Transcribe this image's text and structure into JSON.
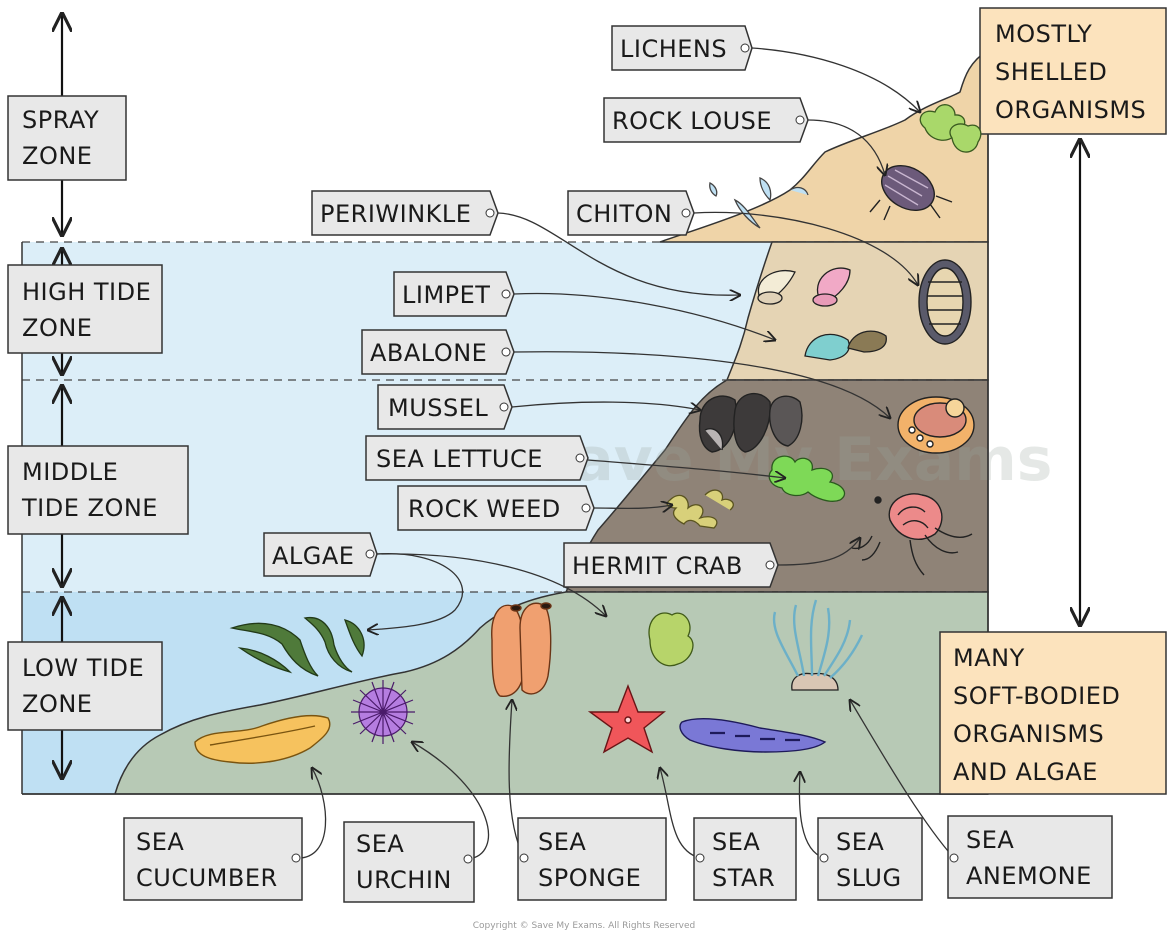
{
  "zones": [
    {
      "lines": [
        "SPRAY",
        "ZONE"
      ]
    },
    {
      "lines": [
        "HIGH TIDE",
        "ZONE"
      ]
    },
    {
      "lines": [
        "MIDDLE",
        "TIDE ZONE"
      ]
    },
    {
      "lines": [
        "LOW TIDE",
        "ZONE"
      ]
    }
  ],
  "side_notes": {
    "top": [
      "MOSTLY",
      "SHELLED",
      "ORGANISMS"
    ],
    "bottom": [
      "MANY",
      "SOFT-BODIED",
      "ORGANISMS",
      "AND ALGAE"
    ]
  },
  "organisms": {
    "lichens": "LICHENS",
    "rock_louse": "ROCK LOUSE",
    "periwinkle": "PERIWINKLE",
    "chiton": "CHITON",
    "limpet": "LIMPET",
    "abalone": "ABALONE",
    "mussel": "MUSSEL",
    "sea_lettuce": "SEA LETTUCE",
    "rock_weed": "ROCK WEED",
    "algae": "ALGAE",
    "hermit_crab": "HERMIT CRAB"
  },
  "bottom_tags": [
    {
      "lines": [
        "SEA",
        "CUCUMBER"
      ]
    },
    {
      "lines": [
        "SEA",
        "URCHIN"
      ]
    },
    {
      "lines": [
        "SEA",
        "SPONGE"
      ]
    },
    {
      "lines": [
        "SEA",
        "STAR"
      ]
    },
    {
      "lines": [
        "SEA",
        "SLUG"
      ]
    },
    {
      "lines": [
        "SEA",
        "ANEMONE"
      ]
    }
  ],
  "watermark": "Save My Exams",
  "copyright": "Copyright © Save My Exams. All Rights Reserved",
  "colors": {
    "sky_water": "#dceef8",
    "low_water": "#bfe0f3",
    "spray_rock": "#efd4a8",
    "high_rock": "#e5d4b4",
    "middle_rock": "#8f8377",
    "low_rock": "#b7c9b5",
    "label_fill": "#e8e8e8",
    "note_fill": "#fce3bd"
  }
}
